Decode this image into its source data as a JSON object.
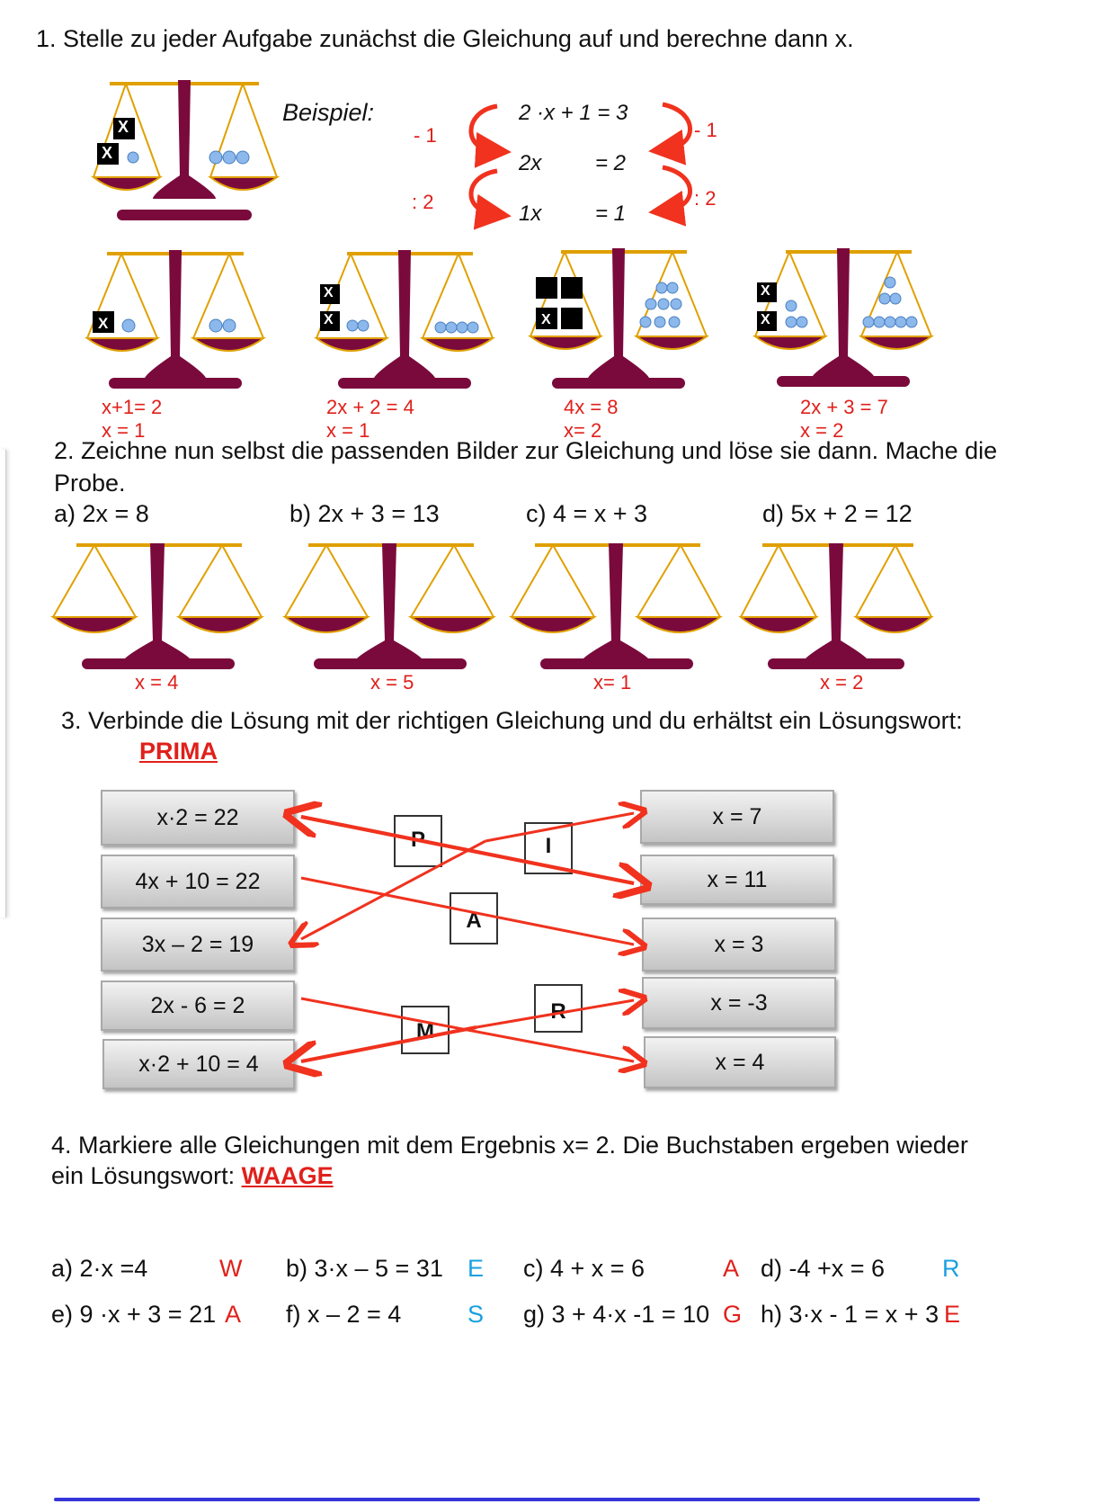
{
  "task1": {
    "heading": "1.   Stelle zu jeder Aufgabe zunächst die Gleichung auf und berechne dann x.",
    "beispiel_label": "Beispiel:",
    "example": {
      "line1": "2 ·x + 1 = 3",
      "line2_left": "2x",
      "line2_right": "= 2",
      "line3_left": "1x",
      "line3_right": "= 1",
      "op_left_1": "- 1",
      "op_right_1": "- 1",
      "op_left_2": ": 2",
      "op_right_2": ": 2"
    },
    "x_symbol": "X",
    "scales": [
      {
        "id": "a",
        "equation": "x+1= 2",
        "solution": "x = 1"
      },
      {
        "id": "b",
        "equation": "2x + 2 = 4",
        "solution": "x = 1"
      },
      {
        "id": "c",
        "equation": "4x = 8",
        "solution": "x= 2"
      },
      {
        "id": "d",
        "equation": "2x + 3 = 7",
        "solution": "x = 2"
      }
    ]
  },
  "task2": {
    "heading_line1": "2. Zeichne nun selbst die passenden Bilder zur Gleichung und löse sie dann. Mache die",
    "heading_line2": "Probe.",
    "items": [
      {
        "label": "a) 2x = 8",
        "solution": "x = 4"
      },
      {
        "label": "b) 2x + 3 = 13",
        "solution": "x = 5"
      },
      {
        "label": "c) 4 = x + 3",
        "solution": "x= 1"
      },
      {
        "label": "d) 5x + 2 = 12",
        "solution": "x = 2"
      }
    ]
  },
  "task3": {
    "heading": "3. Verbinde die Lösung mit der richtigen Gleichung und du erhältst ein Lösungswort:",
    "answer": "PRIMA",
    "left": [
      "x·2 = 22",
      "4x + 10 = 22",
      "3x – 2 = 19",
      "2x - 6 = 2",
      "x·2 + 10 =  4"
    ],
    "right": [
      "x = 7",
      "x = 11",
      "x = 3",
      "x = -3",
      "x = 4"
    ],
    "letters": [
      "P",
      "I",
      "A",
      "R",
      "M"
    ]
  },
  "task4": {
    "heading_line1": "4. Markiere alle Gleichungen mit dem Ergebnis x= 2. Die Buchstaben ergeben wieder",
    "heading_line2": "ein Lösungswort: ",
    "answer": "WAAGE",
    "items": [
      {
        "eq": "a)   2·x =4",
        "letter": "W",
        "color": "#e0201b"
      },
      {
        "eq": "b) 3·x – 5 = 31",
        "letter": "E",
        "color": "#1aa0e0"
      },
      {
        "eq": "c) 4 + x = 6",
        "letter": "A",
        "color": "#e0201b"
      },
      {
        "eq": "d) -4 +x = 6",
        "letter": "R",
        "color": "#1aa0e0"
      },
      {
        "eq": "e) 9 ·x + 3 = 21",
        "letter": "A",
        "color": "#e0201b"
      },
      {
        "eq": "f) x – 2 = 4",
        "letter": "S",
        "color": "#1aa0e0"
      },
      {
        "eq": "g) 3 + 4·x -1 = 10",
        "letter": "G",
        "color": "#e0201b"
      },
      {
        "eq": "h) 3·x - 1 = x + 3",
        "letter": "E",
        "color": "#e0201b"
      }
    ]
  },
  "colors": {
    "scale": "#7a0a3c",
    "scale_outline": "#e0a000",
    "ball": "#8cb8ec",
    "arrow": "#f0321e"
  }
}
